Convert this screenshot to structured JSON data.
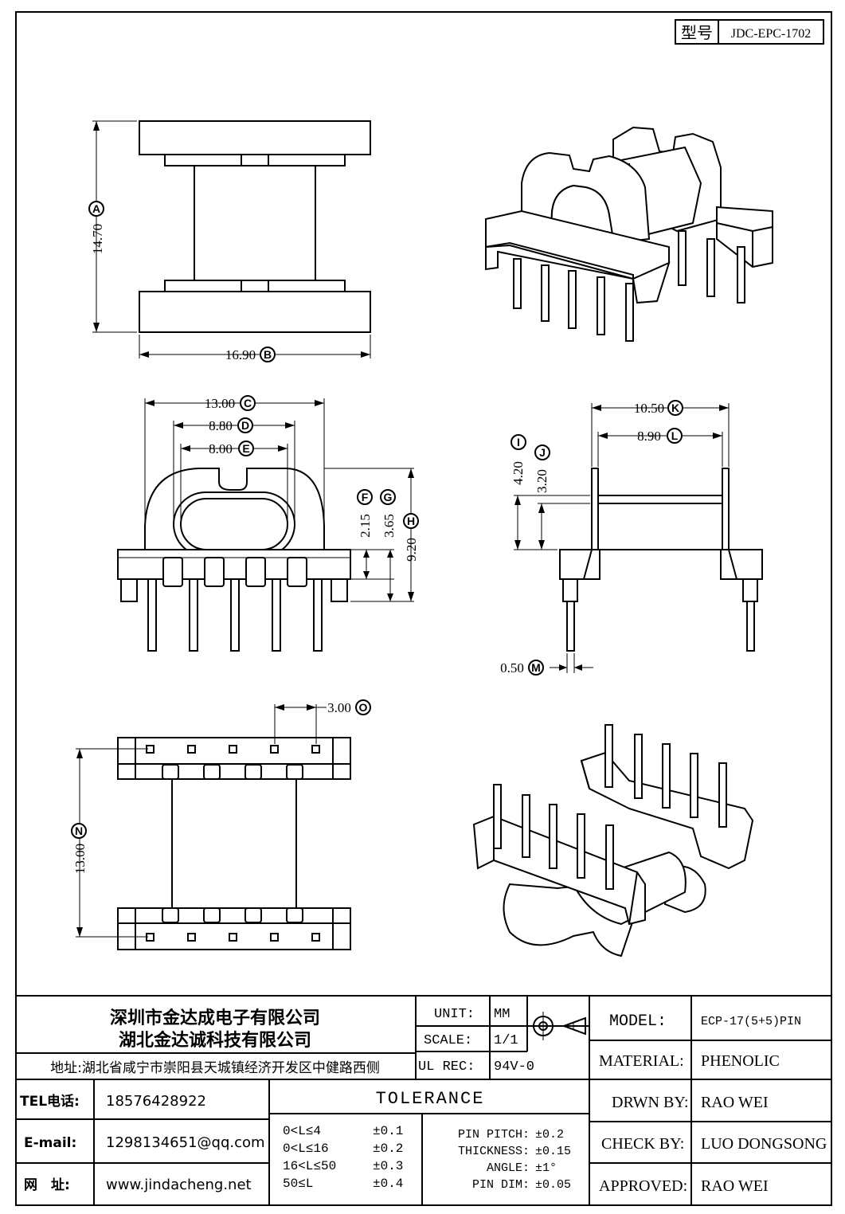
{
  "model_box": {
    "label": "型号",
    "value": "JDC-EPC-1702"
  },
  "dimensions": {
    "A": {
      "value": "14.70",
      "letter": "A"
    },
    "B": {
      "value": "16.90",
      "letter": "B"
    },
    "C": {
      "value": "13.00",
      "letter": "C"
    },
    "D": {
      "value": "8.80",
      "letter": "D"
    },
    "E": {
      "value": "8.00",
      "letter": "E"
    },
    "F": {
      "value": "2.15",
      "letter": "F"
    },
    "G": {
      "value": "3.65",
      "letter": "G"
    },
    "H": {
      "value": "9.20",
      "letter": "H"
    },
    "I": {
      "value": "4.20",
      "letter": "I"
    },
    "J": {
      "value": "3.20",
      "letter": "J"
    },
    "K": {
      "value": "10.50",
      "letter": "K"
    },
    "L": {
      "value": "8.90",
      "letter": "L"
    },
    "M": {
      "value": "0.50",
      "letter": "M"
    },
    "N": {
      "value": "13.00",
      "letter": "N"
    },
    "O": {
      "value": "3.00",
      "letter": "O"
    }
  },
  "title_block": {
    "company_1": "深圳市金达成电子有限公司",
    "company_2": "湖北金达诚科技有限公司",
    "address": "地址:湖北省咸宁市崇阳县天城镇经济开发区中健路西侧",
    "tel_label": "TEL电话:",
    "tel_value": "18576428922",
    "email_label": "E-mail:",
    "email_value": "1298134651@qq.com",
    "web_label": "网　址:",
    "web_value": "www.jindacheng.net",
    "unit_label": "UNIT:",
    "unit_value": "MM",
    "scale_label": "SCALE:",
    "scale_value": "1/1",
    "ulrec_label": "UL REC:",
    "ulrec_value": "94V-0",
    "tolerance_title": "TOLERANCE",
    "tolerance_rows": [
      {
        "range": "0<L≤4",
        "value": "±0.1"
      },
      {
        "range": "0<L≤16",
        "value": "±0.2"
      },
      {
        "range": "16<L≤50",
        "value": "±0.3"
      },
      {
        "range": "50≤L",
        "value": "±0.4"
      }
    ],
    "tolerance_extra": [
      {
        "label": "PIN PITCH:",
        "value": "±0.2"
      },
      {
        "label": "THICKNESS:",
        "value": "±0.15"
      },
      {
        "label": "ANGLE:",
        "value": "±1°"
      },
      {
        "label": "PIN DIM:",
        "value": "±0.05"
      }
    ],
    "model_label": "MODEL:",
    "model_value": "ECP-17(5+5)PIN",
    "material_label": "MATERIAL:",
    "material_value": "PHENOLIC",
    "drwn_label": "DRWN BY:",
    "drwn_value": "RAO WEI",
    "check_label": "CHECK BY:",
    "check_value": "LUO DONGSONG",
    "approved_label": "APPROVED:",
    "approved_value": "RAO WEI"
  }
}
